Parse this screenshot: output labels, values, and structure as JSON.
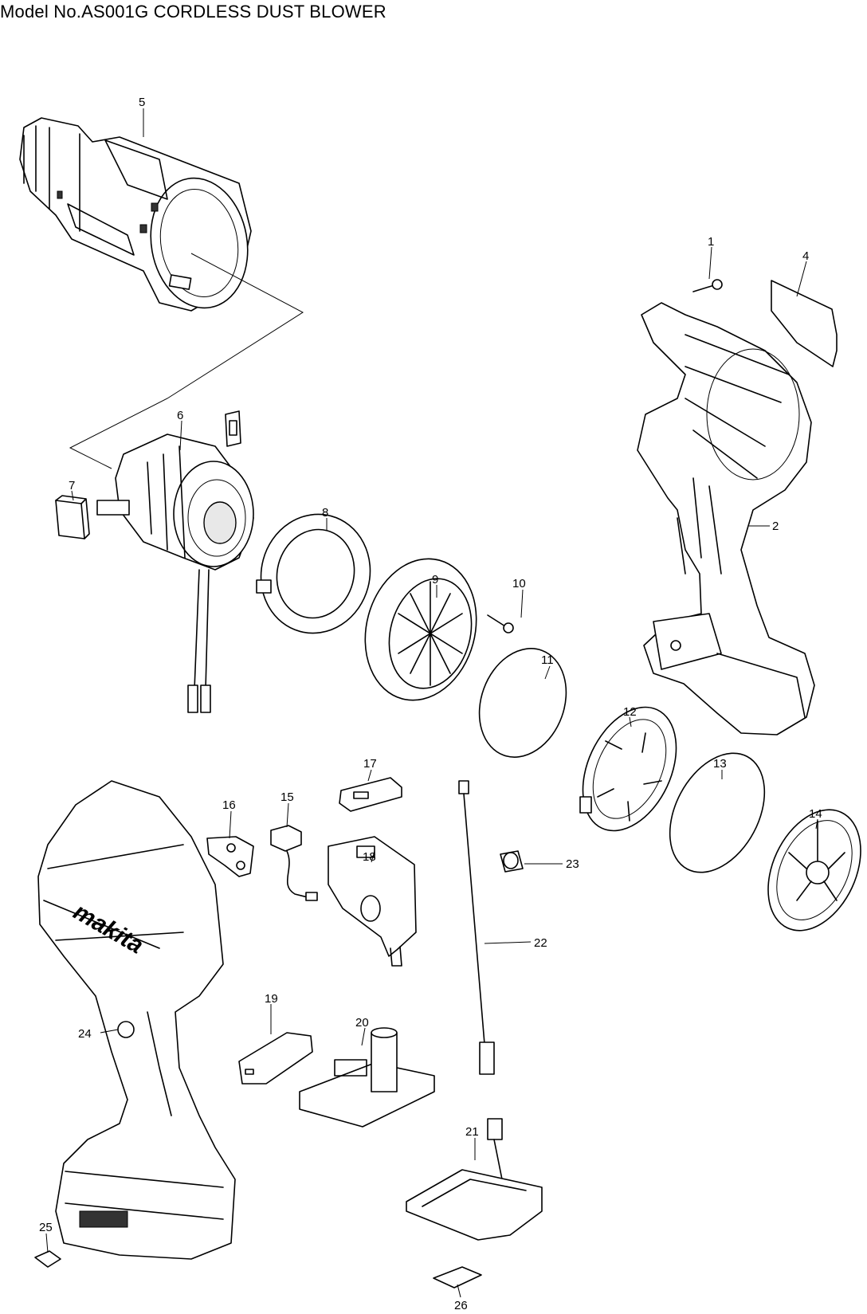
{
  "title": "Model No.AS001G CORDLESS DUST BLOWER",
  "logo_text": "makita",
  "parts": [
    {
      "id": "1",
      "label": "1"
    },
    {
      "id": "2",
      "label": "2"
    },
    {
      "id": "4",
      "label": "4"
    },
    {
      "id": "5",
      "label": "5"
    },
    {
      "id": "6",
      "label": "6"
    },
    {
      "id": "7",
      "label": "7"
    },
    {
      "id": "8",
      "label": "8"
    },
    {
      "id": "9",
      "label": "9"
    },
    {
      "id": "10",
      "label": "10"
    },
    {
      "id": "11",
      "label": "11"
    },
    {
      "id": "12",
      "label": "12"
    },
    {
      "id": "13",
      "label": "13"
    },
    {
      "id": "14",
      "label": "14"
    },
    {
      "id": "15",
      "label": "15"
    },
    {
      "id": "16",
      "label": "16"
    },
    {
      "id": "17",
      "label": "17"
    },
    {
      "id": "18",
      "label": "18"
    },
    {
      "id": "19",
      "label": "19"
    },
    {
      "id": "20",
      "label": "20"
    },
    {
      "id": "21",
      "label": "21"
    },
    {
      "id": "22",
      "label": "22"
    },
    {
      "id": "23",
      "label": "23"
    },
    {
      "id": "24",
      "label": "24"
    },
    {
      "id": "25",
      "label": "25"
    },
    {
      "id": "26",
      "label": "26"
    }
  ]
}
